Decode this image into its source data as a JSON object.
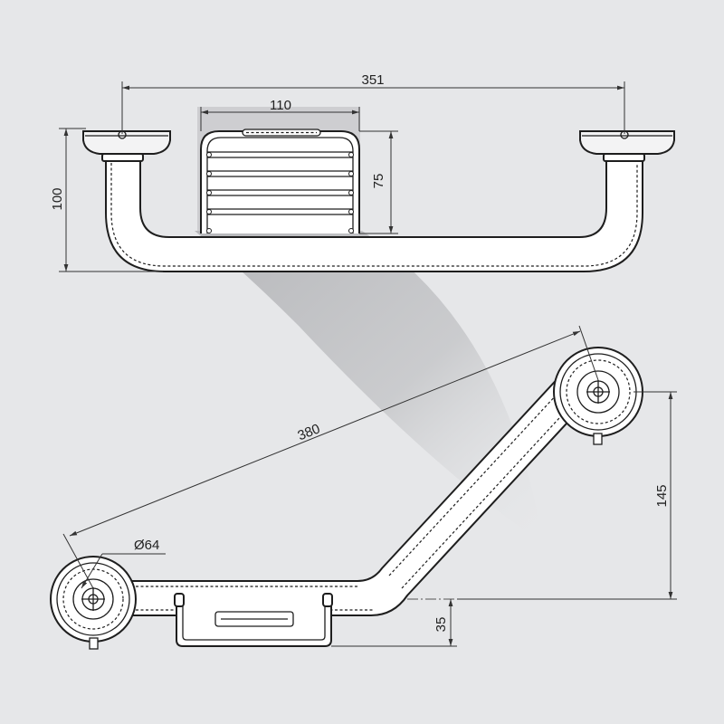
{
  "drawing": {
    "colors": {
      "background": "#e6e7e9",
      "line": "#1e1e1e",
      "shadow": "#a9aaad"
    },
    "dimensions": {
      "overall_width": "351",
      "shelf_width": "110",
      "shelf_height": "75",
      "total_height": "100",
      "bar_length": "380",
      "rosette_diameter": "Ø64",
      "vertical_offset": "145",
      "shelf_depth": "35"
    }
  }
}
